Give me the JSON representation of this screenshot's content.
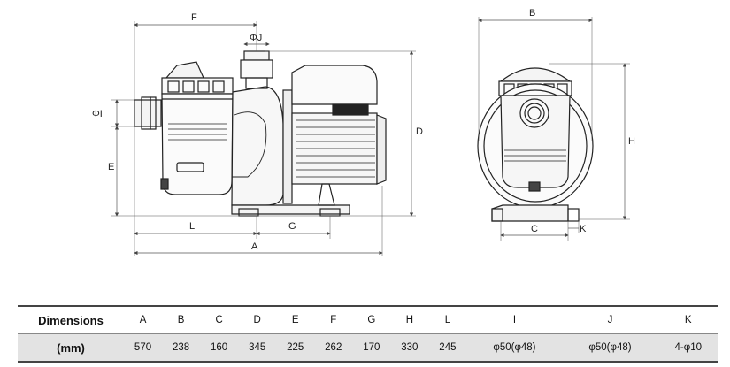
{
  "dimension_labels": {
    "F": "F",
    "J": "ΦJ",
    "I": "ΦI",
    "E": "E",
    "D": "D",
    "L": "L",
    "G": "G",
    "A": "A",
    "B": "B",
    "H": "H",
    "C": "C",
    "K": "K"
  },
  "table": {
    "row_header": "Dimensions",
    "unit_header": "(mm)",
    "columns": [
      "A",
      "B",
      "C",
      "D",
      "E",
      "F",
      "G",
      "H",
      "L",
      "I",
      "J",
      "K"
    ],
    "values": [
      "570",
      "238",
      "160",
      "345",
      "225",
      "262",
      "170",
      "330",
      "245",
      "φ50(φ48)",
      "φ50(φ48)",
      "4-φ10"
    ]
  }
}
